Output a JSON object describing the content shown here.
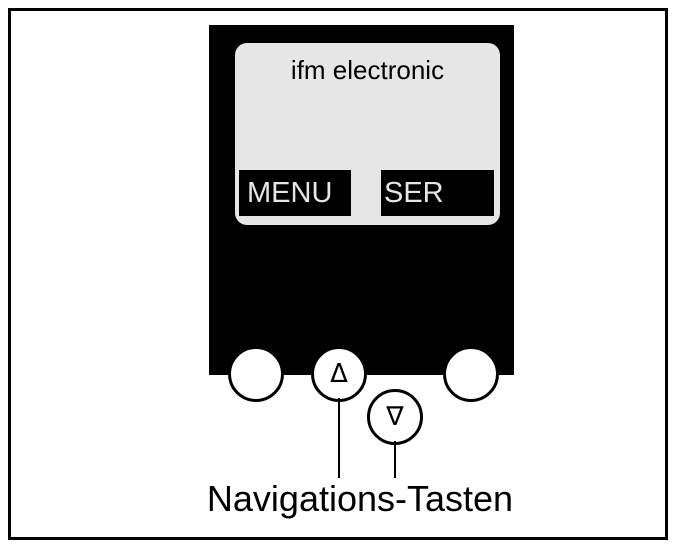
{
  "display": {
    "brand": "ifm electronic",
    "softkey_left": "MENU",
    "softkey_right": "SER"
  },
  "keys": {
    "up_symbol": "Δ",
    "down_symbol": "∇"
  },
  "caption": "Navigations-Tasten"
}
